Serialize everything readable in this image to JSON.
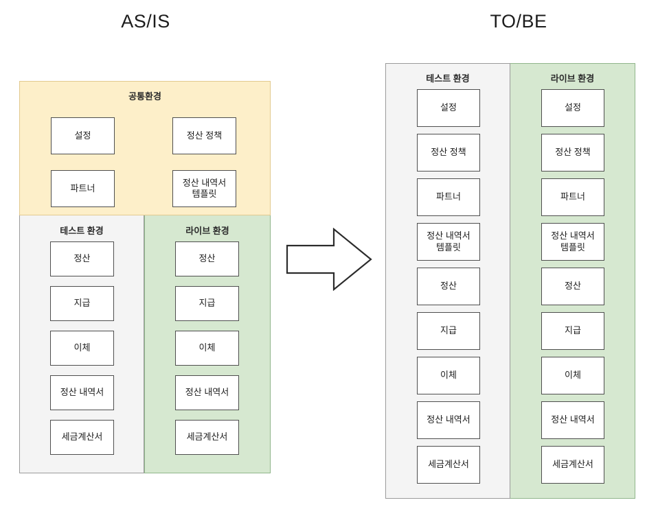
{
  "titles": {
    "asis": "AS/IS",
    "tobe": "TO/BE"
  },
  "labels": {
    "common_env": "공통환경",
    "test_env": "테스트 환경",
    "live_env": "라이브 환경"
  },
  "colors": {
    "common_fill": "#fdefc9",
    "common_border": "#e2c98e",
    "test_fill": "#f4f4f4",
    "test_border": "#9a9a9a",
    "live_fill": "#d6e8d0",
    "live_border": "#8fb58a",
    "item_border": "#4d4d4d",
    "item_fill": "#ffffff",
    "text": "#1c1c1c"
  },
  "asis": {
    "common_items": [
      {
        "label": "설정"
      },
      {
        "label": "정산 정책"
      },
      {
        "label": "파트너"
      },
      {
        "label": "정산 내역서\n템플릿"
      }
    ],
    "test_items": [
      {
        "label": "정산"
      },
      {
        "label": "지급"
      },
      {
        "label": "이체"
      },
      {
        "label": "정산 내역서"
      },
      {
        "label": "세금계산서"
      }
    ],
    "live_items": [
      {
        "label": "정산"
      },
      {
        "label": "지급"
      },
      {
        "label": "이체"
      },
      {
        "label": "정산 내역서"
      },
      {
        "label": "세금계산서"
      }
    ]
  },
  "tobe": {
    "test_items": [
      {
        "label": "설정"
      },
      {
        "label": "정산 정책"
      },
      {
        "label": "파트너"
      },
      {
        "label": "정산 내역서\n템플릿"
      },
      {
        "label": "정산"
      },
      {
        "label": "지급"
      },
      {
        "label": "이체"
      },
      {
        "label": "정산 내역서"
      },
      {
        "label": "세금계산서"
      }
    ],
    "live_items": [
      {
        "label": "설정"
      },
      {
        "label": "정산 정책"
      },
      {
        "label": "파트너"
      },
      {
        "label": "정산 내역서\n템플릿"
      },
      {
        "label": "정산"
      },
      {
        "label": "지급"
      },
      {
        "label": "이체"
      },
      {
        "label": "정산 내역서"
      },
      {
        "label": "세금계산서"
      }
    ]
  },
  "arrow": {
    "name": "transition-arrow",
    "direction": "right"
  }
}
